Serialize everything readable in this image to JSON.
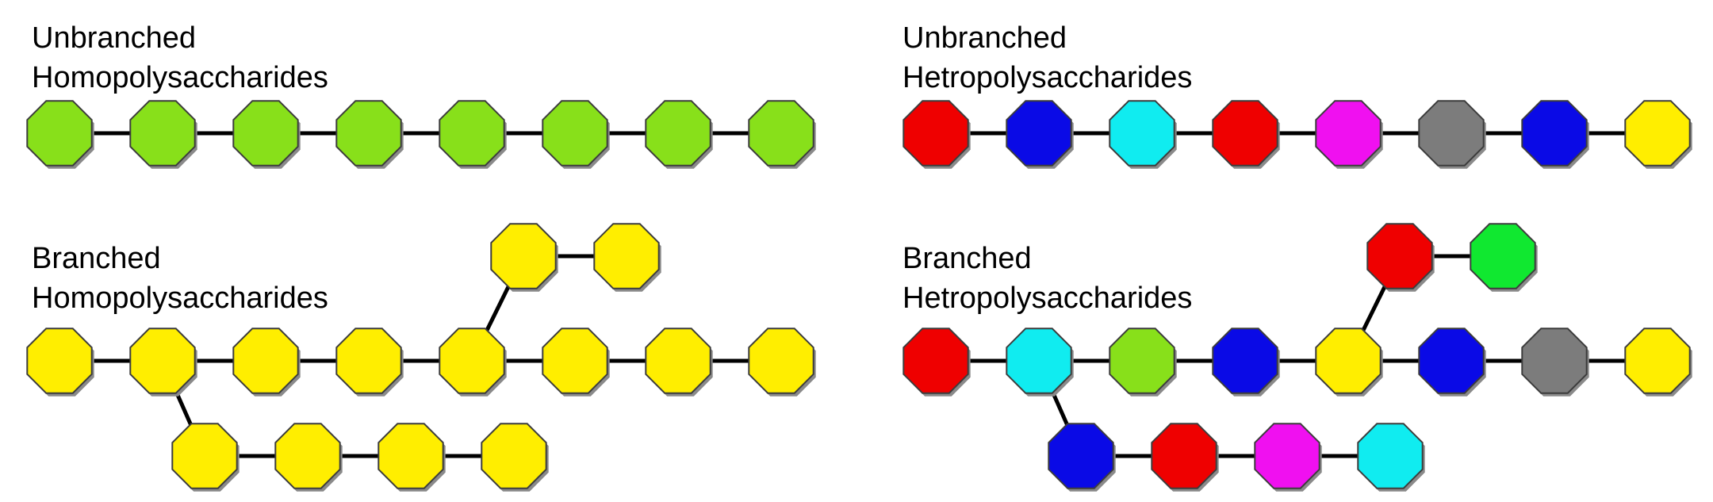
{
  "colors": {
    "lime": "#88e01a",
    "yellow": "#ffee00",
    "red": "#ef0000",
    "blue": "#0a0ae6",
    "cyan": "#10ecf0",
    "magenta": "#f010f0",
    "gray": "#7c7c7c",
    "green": "#10e830"
  },
  "panels": [
    {
      "id": "unbranched-homopolysaccharides",
      "label_line1": "Unbranched",
      "label_line2": "Homopolysaccharides",
      "chains": [
        [
          "lime",
          "lime",
          "lime",
          "lime",
          "lime",
          "lime",
          "lime",
          "lime"
        ]
      ]
    },
    {
      "id": "unbranched-heteropolysaccharides",
      "label_line1": "Unbranched",
      "label_line2": "Hetropolysaccharides",
      "chains": [
        [
          "red",
          "blue",
          "cyan",
          "red",
          "magenta",
          "gray",
          "blue",
          "yellow"
        ]
      ]
    },
    {
      "id": "branched-homopolysaccharides",
      "label_line1": "Branched",
      "label_line2": "Homopolysaccharides",
      "chains": [
        [
          "yellow",
          "yellow",
          "yellow",
          "yellow",
          "yellow",
          "yellow",
          "yellow",
          "yellow"
        ],
        [
          "yellow",
          "yellow"
        ],
        [
          "yellow",
          "yellow",
          "yellow",
          "yellow"
        ]
      ]
    },
    {
      "id": "branched-heteropolysaccharides",
      "label_line1": "Branched",
      "label_line2": "Hetropolysaccharides",
      "chains": [
        [
          "red",
          "cyan",
          "lime",
          "blue",
          "yellow",
          "blue",
          "gray",
          "yellow"
        ],
        [
          "red",
          "green"
        ],
        [
          "blue",
          "red",
          "magenta",
          "cyan"
        ]
      ]
    }
  ]
}
